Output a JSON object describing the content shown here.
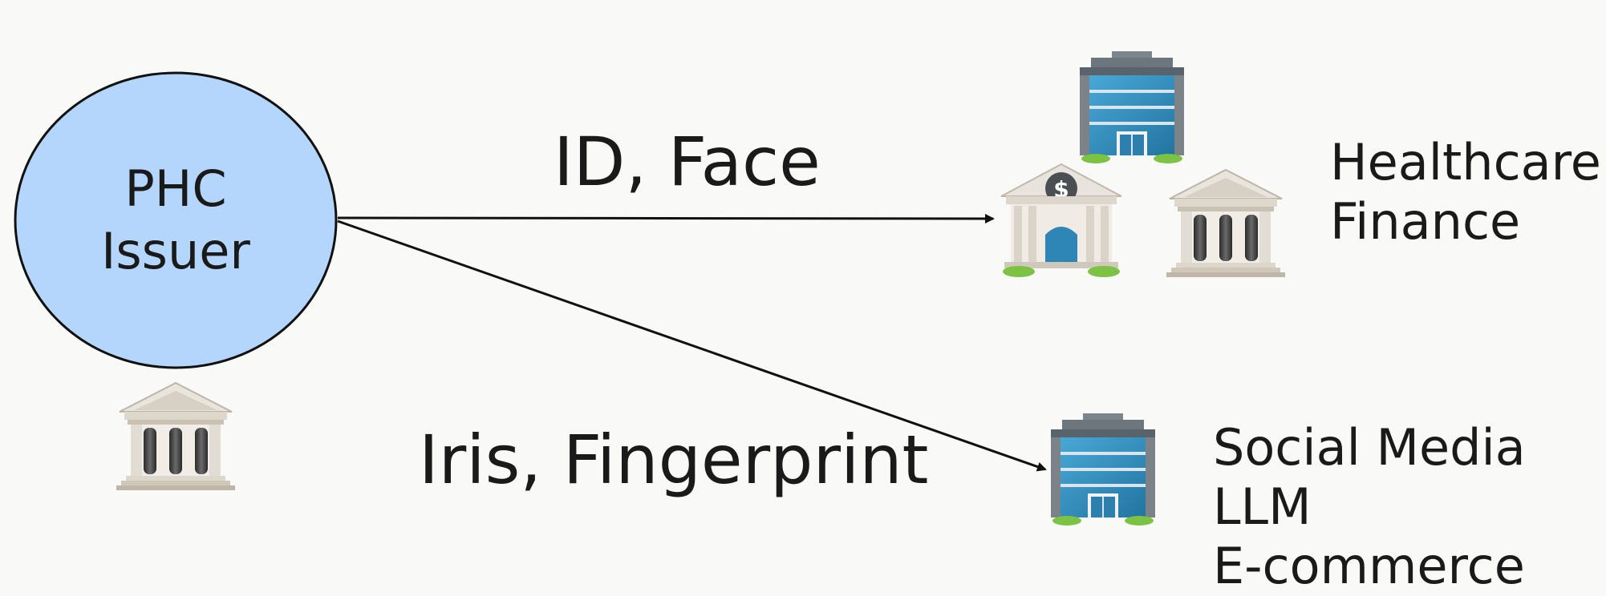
{
  "issuer": {
    "lines": [
      "PHC",
      "Issuer"
    ]
  },
  "edges": [
    {
      "label": "ID, Face"
    },
    {
      "label": "Iris, Fingerprint"
    }
  ],
  "verifier_groups": [
    {
      "sectors": [
        "Healthcare",
        "Finance"
      ]
    },
    {
      "sectors": [
        "Social Media",
        "LLM",
        "E-commerce"
      ]
    }
  ],
  "colors": {
    "background": "#f9f9f7",
    "issuer_fill": "#b5d6fc",
    "stroke": "#111111",
    "building_blue": "#2e86b6",
    "bank_stone": "#e7e3dc",
    "grass": "#7cc243"
  },
  "icons": [
    "institution-icon",
    "office-building-icon",
    "bank-dollar-icon"
  ]
}
